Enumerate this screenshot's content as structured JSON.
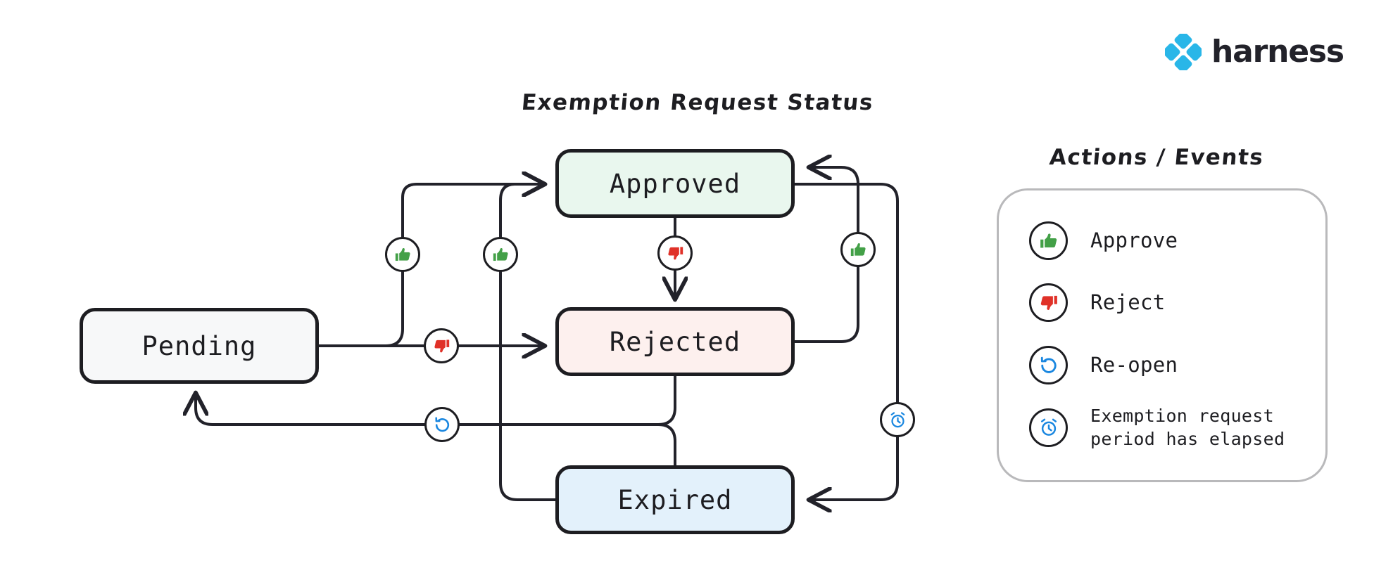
{
  "brand": {
    "name": "harness",
    "logo_icon": "harness-diamond-logo",
    "accent_color": "#29b6e8",
    "text_color": "#22222a"
  },
  "diagram": {
    "title": "Exemption Request Status",
    "type": "state-machine",
    "states": [
      {
        "id": "pending",
        "label": "Pending",
        "fill": "#f7f8f9",
        "border": "#1d1d21"
      },
      {
        "id": "approved",
        "label": "Approved",
        "fill": "#e9f7ee",
        "border": "#1d1d21"
      },
      {
        "id": "rejected",
        "label": "Rejected",
        "fill": "#fdf0ee",
        "border": "#1d1d21"
      },
      {
        "id": "expired",
        "label": "Expired",
        "fill": "#e3f1fb",
        "border": "#1d1d21"
      }
    ],
    "transitions": [
      {
        "from": "pending",
        "to": "approved",
        "action": "approve",
        "icon": "thumbs-up-icon"
      },
      {
        "from": "pending",
        "to": "rejected",
        "action": "reject",
        "icon": "thumbs-down-icon"
      },
      {
        "from": "approved",
        "to": "rejected",
        "action": "reject",
        "icon": "thumbs-down-icon"
      },
      {
        "from": "rejected",
        "to": "approved",
        "action": "approve",
        "icon": "thumbs-up-icon"
      },
      {
        "from": "expired",
        "to": "approved",
        "action": "approve",
        "icon": "thumbs-up-icon"
      },
      {
        "from": "approved",
        "to": "expired",
        "action": "expire",
        "icon": "alarm-clock-icon"
      },
      {
        "from": "rejected",
        "to": "pending",
        "action": "reopen",
        "icon": "reopen-icon"
      },
      {
        "from": "expired",
        "to": "pending",
        "action": "reopen",
        "icon": "reopen-icon"
      }
    ]
  },
  "legend": {
    "title": "Actions / Events",
    "items": [
      {
        "icon": "thumbs-up-icon",
        "label": "Approve",
        "color": "#43a047"
      },
      {
        "icon": "thumbs-down-icon",
        "label": "Reject",
        "color": "#e03128"
      },
      {
        "icon": "reopen-icon",
        "label": "Re-open",
        "color": "#1a87e0"
      },
      {
        "icon": "alarm-clock-icon",
        "label": "Exemption request\nperiod has elapsed",
        "color": "#1a87e0"
      }
    ]
  },
  "colors": {
    "approve_green": "#43a047",
    "reject_red": "#e03128",
    "info_blue": "#1a87e0",
    "stroke": "#1d1d21",
    "legend_border": "#b9b9bb"
  }
}
